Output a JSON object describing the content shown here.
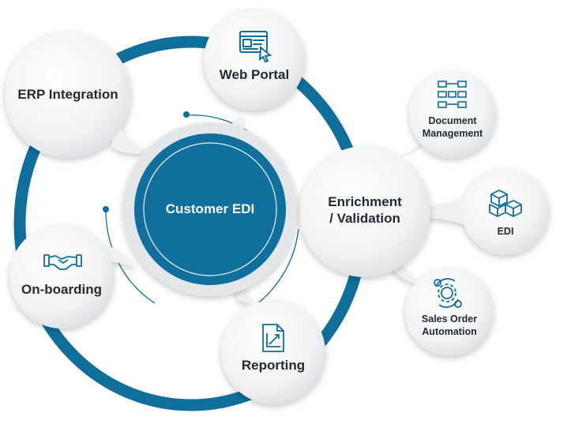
{
  "center": {
    "label": "Customer EDI"
  },
  "nodes": {
    "erp": {
      "label": "ERP Integration"
    },
    "web_portal": {
      "label": "Web Portal",
      "icon": "web-portal-icon"
    },
    "enrichment": {
      "label_line1": "Enrichment",
      "label_line2": "/ Validation"
    },
    "onboarding": {
      "label": "On-boarding",
      "icon": "handshake-icon"
    },
    "reporting": {
      "label": "Reporting",
      "icon": "report-chart-icon"
    },
    "document_management": {
      "label_line1": "Document",
      "label_line2": "Management",
      "icon": "document-tree-icon"
    },
    "edi": {
      "label": "EDI",
      "icon": "cubes-icon"
    },
    "sales_order": {
      "label_line1": "Sales Order",
      "label_line2": "Automation",
      "icon": "gear-cycle-icon"
    }
  },
  "colors": {
    "ring": "#0f6f9a",
    "center_fill": "#106f9c",
    "icon": "#0f6f9a",
    "bubble": "#f3f4f5",
    "text": "#1f2a33"
  }
}
